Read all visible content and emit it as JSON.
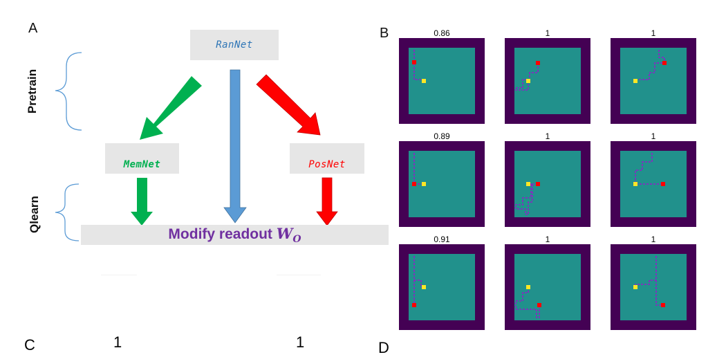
{
  "panel_a": {
    "letter": "A",
    "stages": {
      "pretrain": "Pretrain",
      "qlearn": "Qlearn"
    },
    "nets": {
      "rannet": {
        "label": "RanNet",
        "color": "#2e75b6"
      },
      "memnet": {
        "label": "MemNet",
        "color": "#00b050"
      },
      "posnet": {
        "label": "PosNet",
        "color": "#ff0000"
      }
    },
    "readout": {
      "text": "Modify readout",
      "symbol": "W",
      "subscript": "O",
      "color": "#7030a0"
    },
    "arrow_colors": {
      "green": "#00b050",
      "blue": "#5b9bd5",
      "red": "#ff0000"
    }
  },
  "panel_b": {
    "letter": "B",
    "colors": {
      "border": "#440154",
      "floor": "#21918c",
      "path": "#b000d8",
      "agent": "#fde725",
      "goal": "#ff0000"
    },
    "mazes": [
      {
        "title": "0.86"
      },
      {
        "title": "1"
      },
      {
        "title": "1"
      },
      {
        "title": "0.89"
      },
      {
        "title": "1"
      },
      {
        "title": "1"
      },
      {
        "title": "0.91"
      },
      {
        "title": "1"
      },
      {
        "title": "1"
      }
    ]
  },
  "partial_row": {
    "left_letter": "C",
    "tick_a": "1",
    "tick_b": "1",
    "right_letter": "D"
  }
}
